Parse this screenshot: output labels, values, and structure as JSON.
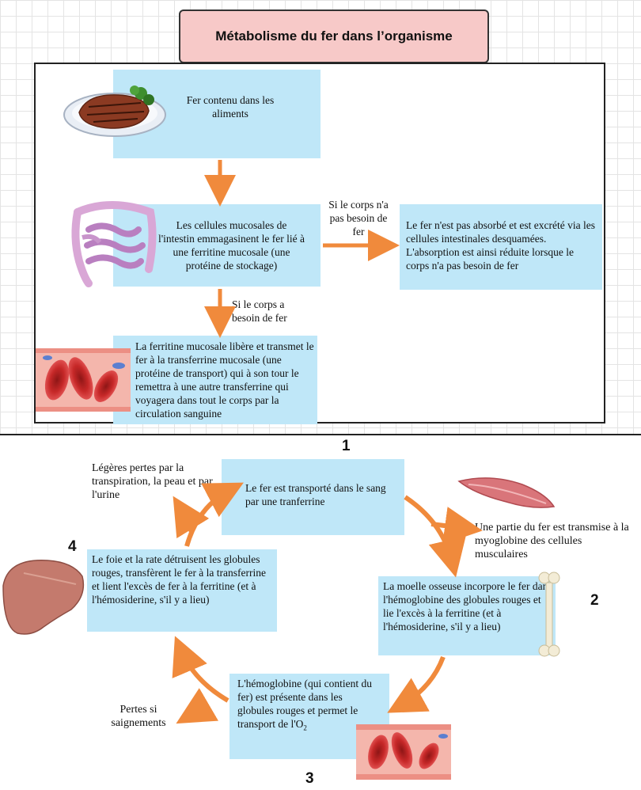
{
  "title": "Métabolisme du fer dans l’organisme",
  "top_diagram": {
    "food_box": "Fer contenu dans les aliments",
    "mucosal_box": "Les cellules mucosales de l'intestin emmagasinent le fer lié à une ferritine mucosale (une protéine de stockage)",
    "not_needed_label": "Si le corps n'a pas besoin de fer",
    "excreted_box": "Le fer n'est pas absorbé et est excrété via les cellules intestinales desquamées. L'absorption est ainsi réduite lorsque le corps n'a pas besoin de fer",
    "needed_label": "Si le corps a besoin de fer",
    "transport_box": "La ferritine mucosale libère et transmet le fer à la transferrine mucosale (une protéine de transport) qui à son tour le remettra à une autre transferrine qui voyagera dans tout le corps par la circulation sanguine"
  },
  "cycle_diagram": {
    "step1_number": "1",
    "step1_box": "Le fer est transporté dans le sang par une tranferrine",
    "muscle_label": "Une partie du fer est transmise à la myoglobine des cellules musculaires",
    "step2_number": "2",
    "step2_box": "La moelle osseuse incorpore le fer dans l'hémoglobine des globules rouges et lie l'excès à la ferritine (et à l'hémosiderine, s'il y a lieu)",
    "step3_number": "3",
    "step3_box_main": "L'hémoglobine (qui contient du fer) est présente dans les globules rouges et permet le transport de l'O",
    "step3_box_sub": "2",
    "bleeding_label": "Pertes si saignements",
    "step4_number": "4",
    "step4_box": "Le foie et la rate détruisent les globules rouges, transfèrent le fer à la transferrine et lient l'excès de fer à la ferritine (et à l'hémosiderine, s'il y a lieu)",
    "losses_label": "Légères pertes par la transpiration, la peau et par l'urine"
  },
  "colors": {
    "box_fill": "#bfe7f8",
    "title_fill": "#f7c9c8",
    "arrow": "#f08a3c",
    "vessel": "#e8837a",
    "red_cell": "#c62828"
  }
}
